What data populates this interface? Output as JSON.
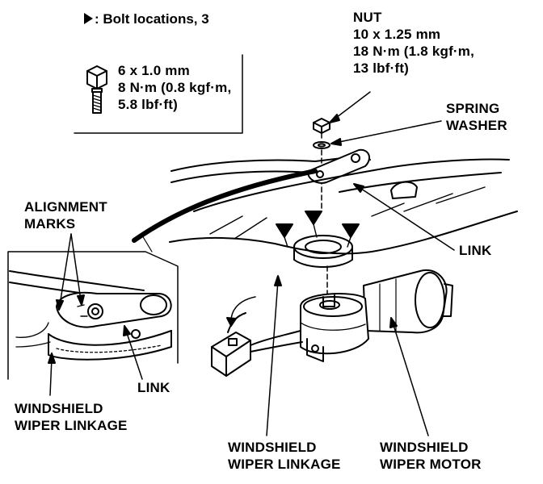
{
  "legend": {
    "marker_text": ": Bolt locations, 3"
  },
  "bolt_spec": {
    "lines": [
      "6 x 1.0 mm",
      "8 N·m (0.8 kgf·m,",
      "5.8 lbf·ft)"
    ]
  },
  "nut_spec": {
    "lines": [
      "NUT",
      "10 x 1.25 mm",
      "18 N·m (1.8 kgf·m,",
      "13 lbf·ft)"
    ]
  },
  "labels": {
    "spring_washer": [
      "SPRING",
      "WASHER"
    ],
    "alignment_marks": [
      "ALIGNMENT",
      "MARKS"
    ],
    "link_right": "LINK",
    "link_left": "LINK",
    "windshield_wiper_linkage_left": [
      "WINDSHIELD",
      "WIPER LINKAGE"
    ],
    "windshield_wiper_linkage_bottom": [
      "WINDSHIELD",
      "WIPER LINKAGE"
    ],
    "windshield_wiper_motor": [
      "WINDSHIELD",
      "WIPER MOTOR"
    ]
  }
}
